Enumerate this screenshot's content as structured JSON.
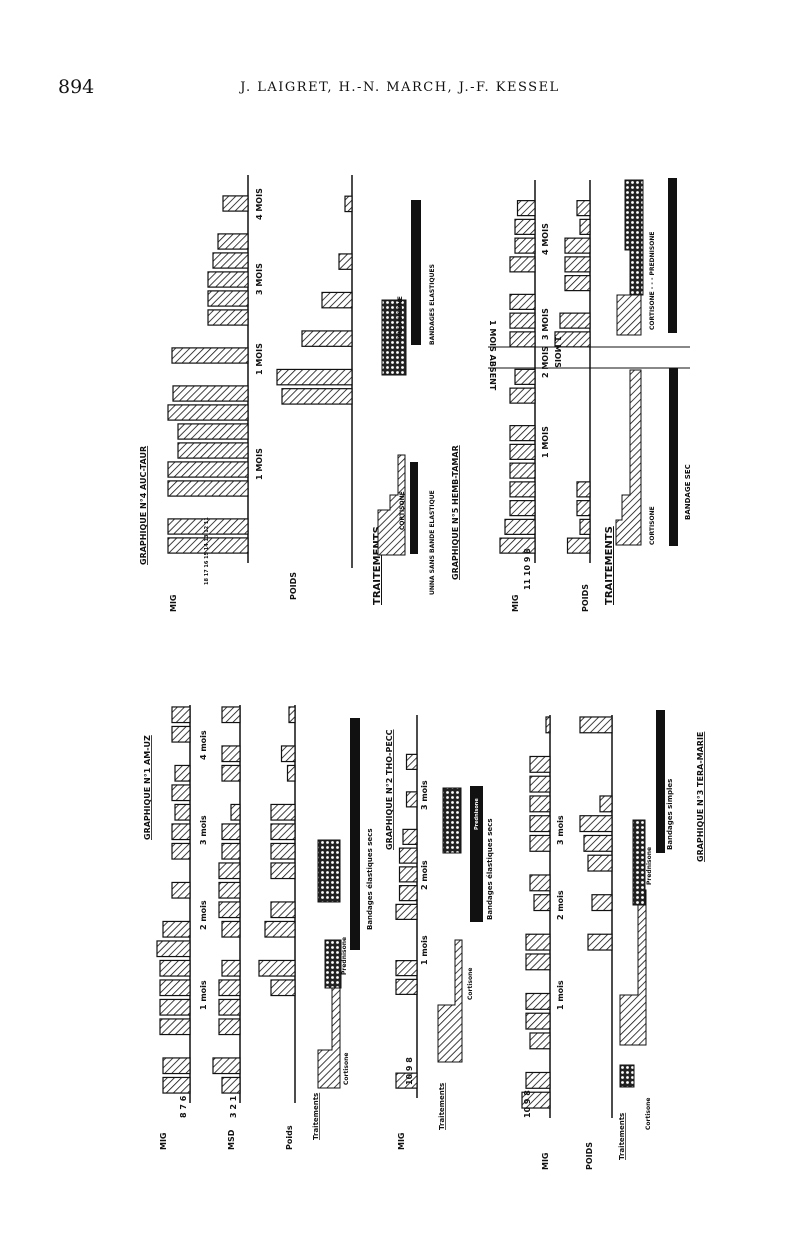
{
  "header": {
    "page_number": "894",
    "authors": "J. LAIGRET, H.-N. MARCH, J.-F. KESSEL"
  },
  "charts": [
    {
      "title": "GRAPHIQUE N°4 AUC-TAUR",
      "axis_mig": "MIG",
      "mig_ticks": "18 17 16 15 14 13 12 11",
      "axis_poids": "POIDS",
      "treatments_label": "TRAITEMENTS",
      "months": [
        "1 MOIS",
        "1 MOIS",
        "3 MOIS",
        "4 MOIS"
      ],
      "treatments": [
        "CORTISONE",
        "PREDNISONE",
        "UNNA SANS BANDE ELASTIQUE",
        "BANDAGES ELASTIQUES"
      ]
    },
    {
      "title": "GRAPHIQUE N°5 HEMB-TAMAR",
      "axis_mig": "MIG",
      "mig_ticks": "11 10 9 8",
      "axis_poids": "POIDS",
      "treatments_label": "TRAITEMENTS",
      "months": [
        "1 MOIS",
        "2 MOIS",
        "3 MOIS",
        "4 MOIS",
        "1 MOIS"
      ],
      "absent": "1 MOIS ABSENT",
      "treatments": [
        "CORTISONE",
        "CORTISONE - - - PREDNISONE",
        "BANDAGE SEC"
      ]
    },
    {
      "title": "GRAPHIQUE N°1 AM-UZ",
      "axis_mig": "MIG",
      "mig_ticks": "8 7 6",
      "axis_msd": "MSD",
      "msd_ticks": "3 2 1",
      "axis_poids": "Poids",
      "treatments_label": "Traitements",
      "months": [
        "1 mois",
        "2 mois",
        "3 mois",
        "4 mois"
      ],
      "treatments": [
        "Cortisone",
        "Prednisone",
        "Bandages élastiques secs"
      ]
    },
    {
      "title": "GRAPHIQUE N°2 THO-PECC",
      "axis_mig": "MIG",
      "mig_ticks": "10 9 8",
      "treatments_label": "Traitements",
      "months": [
        "1 mois",
        "2 mois",
        "3 mois"
      ],
      "treatments": [
        "Cortisone",
        "Prednisone",
        "Bandages élastiques secs"
      ]
    },
    {
      "title": "GRAPHIQUE N°3 TERA-MARIE",
      "axis_mig": "MIG",
      "mig_ticks": "10 9 8",
      "axis_poids": "POIDS",
      "treatments_label": "Traitements",
      "months": [
        "1 mois",
        "2 mois",
        "3 mois"
      ],
      "treatments": [
        "Cortisone",
        "Prednisone",
        "Bandages simples"
      ]
    }
  ],
  "chart_data": [
    {
      "type": "bar",
      "title": "GRAPHIQUE N°4 AUC-TAUR",
      "series": [
        {
          "name": "MIG",
          "values": [
            8,
            8,
            null,
            8,
            8,
            7,
            7,
            8,
            7.5,
            null,
            7.6,
            null,
            4,
            4,
            4,
            3.5,
            3,
            null,
            2.5,
            null
          ]
        },
        {
          "name": "POIDS",
          "values": [
            null,
            null,
            null,
            null,
            null,
            null,
            null,
            null,
            7,
            7.5,
            null,
            5,
            null,
            3,
            null,
            1.3,
            null,
            null,
            0.7,
            null
          ]
        }
      ]
    },
    {
      "type": "bar",
      "title": "GRAPHIQUE N°5 HEMB-TAMAR",
      "series": [
        {
          "name": "MIG",
          "values": [
            7,
            6,
            5,
            5,
            5,
            5,
            5,
            null,
            5,
            4,
            null,
            5,
            5,
            5,
            null,
            5,
            4,
            4,
            3.5,
            null
          ]
        },
        {
          "name": "POIDS",
          "values": [
            4.5,
            2,
            2.6,
            2.6,
            null,
            null,
            null,
            null,
            null,
            null,
            null,
            7,
            6,
            null,
            5,
            5,
            5,
            2,
            2.6,
            null
          ]
        }
      ]
    },
    {
      "type": "bar",
      "title": "GRAPHIQUE N°1 AM-UZ",
      "series": [
        {
          "name": "MIG",
          "values": [
            9,
            9,
            null,
            10,
            10,
            10,
            10,
            11,
            9,
            null,
            6,
            null,
            6,
            6,
            5,
            6,
            5,
            null,
            6,
            6
          ]
        },
        {
          "name": "MSD",
          "values": [
            6,
            9,
            null,
            7,
            7,
            7,
            6,
            null,
            6,
            7,
            7,
            7,
            6,
            6,
            3,
            null,
            6,
            6,
            null,
            6
          ]
        },
        {
          "name": "Poids",
          "values": [
            null,
            null,
            null,
            null,
            null,
            8,
            12,
            null,
            10,
            8,
            null,
            8,
            8,
            8,
            8,
            null,
            2.5,
            4.5,
            null,
            2
          ]
        }
      ]
    },
    {
      "type": "bar",
      "title": "GRAPHIQUE N°2 THO-PECC",
      "series": [
        {
          "name": "MIG",
          "values": [
            6,
            null,
            null,
            null,
            null,
            6,
            6,
            null,
            null,
            6,
            5,
            5,
            5,
            4,
            null,
            3,
            null,
            3,
            null,
            null
          ]
        }
      ]
    },
    {
      "type": "bar",
      "title": "GRAPHIQUE N°3 TERA-MARIE",
      "series": [
        {
          "name": "MIG",
          "values": [
            7,
            6,
            null,
            5,
            6,
            6,
            null,
            6,
            6,
            null,
            4,
            5,
            null,
            5,
            5,
            5,
            5,
            5,
            null,
            1
          ]
        },
        {
          "name": "POIDS",
          "values": [
            null,
            null,
            null,
            null,
            null,
            null,
            null,
            null,
            6,
            null,
            5,
            null,
            6,
            7,
            8,
            3,
            null,
            null,
            null,
            8
          ]
        }
      ]
    }
  ]
}
